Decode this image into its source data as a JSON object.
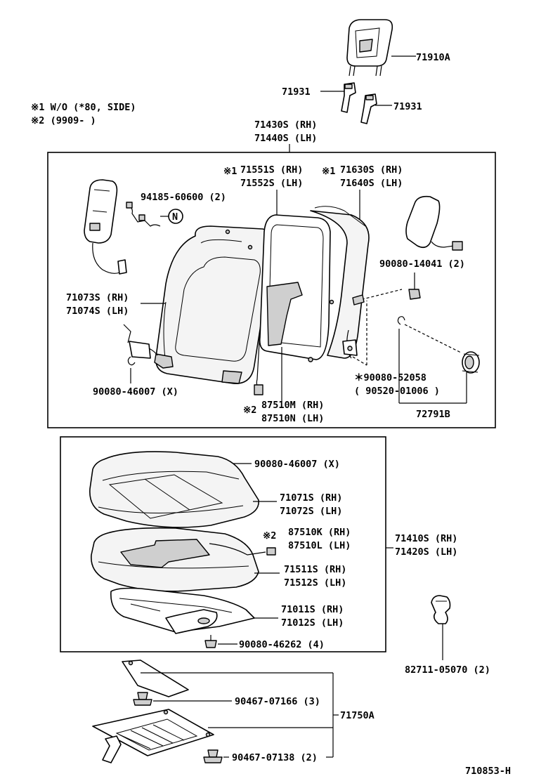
{
  "notes": [
    "※1 W/O (*80, SIDE)",
    "※2 (9909-      )"
  ],
  "labels": {
    "headrest": "71910A",
    "support_left": "71931",
    "support_right": "71931",
    "back_assy_rh": "71430S (RH)",
    "back_assy_lh": "71440S (LH)",
    "back_frame_rh": "71551S (RH)",
    "back_frame_lh": "71552S (LH)",
    "back_frame_mark": "※1",
    "back_pad_rh": "71630S (RH)",
    "back_pad_lh": "71640S (LH)",
    "back_pad_mark": "※1",
    "clip_n": "94185-60600 (2)",
    "bolt_right": "90080-14041 (2)",
    "back_cover_rh": "71073S (RH)",
    "back_cover_lh": "71074S (LH)",
    "hog_ring_back": "90080-46007 (X)",
    "heater_back_rh": "87510M (RH)",
    "heater_back_lh": "87510N (LH)",
    "heater_back_mark": "※2",
    "knob_part_1": "＊90080-52058",
    "knob_part_2": "( 90520-01006 )",
    "knob_assy": "72791B",
    "hog_ring_cushion": "90080-46007 (X)",
    "cushion_cover_rh": "71071S (RH)",
    "cushion_cover_lh": "71072S (LH)",
    "heater_cushion_rh": "87510K (RH)",
    "heater_cushion_lh": "87510L (LH)",
    "heater_cushion_mark": "※2",
    "cushion_assy_rh": "71410S (RH)",
    "cushion_assy_lh": "71420S (LH)",
    "cushion_pad_rh": "71511S (RH)",
    "cushion_pad_lh": "71512S (LH)",
    "cushion_frame_rh": "71011S (RH)",
    "cushion_frame_lh": "71012S (LH)",
    "screw_cushion": "90080-46262 (4)",
    "clamp": "82711-05070 (2)",
    "screw_upper": "90467-07166 (3)",
    "board_assy": "71750A",
    "screw_lower": "90467-07138 (2)",
    "diagram_code": "710853-H"
  },
  "clip_letter": "N"
}
